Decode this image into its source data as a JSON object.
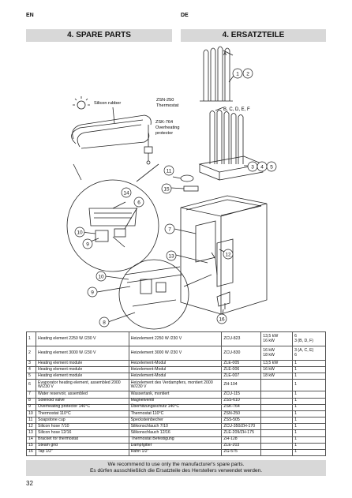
{
  "header": {
    "lang_en": "EN",
    "lang_de": "DE",
    "title_en": "4. SPARE PARTS",
    "title_de": "4. ERSATZTEILE"
  },
  "diagram": {
    "inset_labels": {
      "silicon_rubber": "Silicon rubber",
      "zsn_code": "ZSN-250",
      "zsn_text": "Thermostat",
      "zsk_code": "ZSK-764",
      "zsk_line1": "Overheating",
      "zsk_line2": "protector"
    },
    "letters": {
      "a": "A",
      "bcdef": "B, C, D, E, F"
    },
    "callouts": [
      "1",
      "2",
      "3",
      "4",
      "5",
      "6",
      "7",
      "8",
      "9",
      "10",
      "11",
      "12",
      "13",
      "14",
      "15",
      "16"
    ]
  },
  "table": {
    "rows": [
      {
        "no": "1",
        "en": "Heating element 2250 W /230 V",
        "de": "Heizelement 2250 W /230 V",
        "code": "ZCU-823",
        "kw": "13,5 kW\n16 kW",
        "qty": "6\n3 (B, D, F)"
      },
      {
        "no": "2",
        "en": "Heating element 3000 W /230 V",
        "de": "Heizelement 3000 W /230 V",
        "code": "ZCU-830",
        "kw": "16 kW\n18 kW",
        "qty": "3 (A, C, E)\n6"
      },
      {
        "no": "3",
        "en": "Heating element module",
        "de": "Heizelement-Modul",
        "code": "ZLE-005",
        "kw": "13,5 kW",
        "qty": "1"
      },
      {
        "no": "4",
        "en": "Heating element module",
        "de": "Heizelement-Modul",
        "code": "ZLE-006",
        "kw": "16 kW",
        "qty": "1"
      },
      {
        "no": "5",
        "en": "Heating element module",
        "de": "Heizelement-Modul",
        "code": "ZLE-007",
        "kw": "18 kW",
        "qty": "1"
      },
      {
        "no": "6",
        "en": "Evaporator heating element, assembled 2000 W/230 V",
        "de": "Heizelement des Verdampfers, montiert 2000 W/230 V",
        "code": "ZH-104",
        "kw": "",
        "qty": "1"
      },
      {
        "no": "7",
        "en": "Water reservoir, assembled",
        "de": "Wassertank, montiert",
        "code": "ZCU-115",
        "kw": "",
        "qty": "1"
      },
      {
        "no": "8",
        "en": "Solenoid valve",
        "de": "Magnetventil",
        "code": "ZSS-610",
        "kw": "",
        "qty": "1"
      },
      {
        "no": "9",
        "en": "Overheating protector 140°C",
        "de": "Überhitzungsschutz 140°C",
        "code": "ZSK-764",
        "kw": "",
        "qty": "1"
      },
      {
        "no": "10",
        "en": "Thermostat 110°C",
        "de": "Thermostat 110°C",
        "code": "ZSN-250",
        "kw": "",
        "qty": "1"
      },
      {
        "no": "11",
        "en": "Soapstone cup",
        "de": "Specksteinbecher",
        "code": "ZSS-505",
        "kw": "",
        "qty": "1"
      },
      {
        "no": "12",
        "en": "Silicon hose 7/10",
        "de": "Silikonschlauch 7/10",
        "code": "ZCU-350/ZH-170",
        "kw": "",
        "qty": "1"
      },
      {
        "no": "13",
        "en": "Silicon hose 12/16",
        "de": "Silikonschlauch 12/16",
        "code": "ZLE-209/ZH-175",
        "kw": "",
        "qty": "1"
      },
      {
        "no": "14",
        "en": "Bracket for thermostat",
        "de": "Thermostat Befestigung",
        "code": "ZH-128",
        "kw": "",
        "qty": "1"
      },
      {
        "no": "15",
        "en": "Steam grid",
        "de": "Dampfgitter",
        "code": "ZLE-203",
        "kw": "",
        "qty": "1"
      },
      {
        "no": "16",
        "en": "Tap 1/2\"",
        "de": "Hahn 1/2\"",
        "code": "ZG-575",
        "kw": "",
        "qty": "1"
      }
    ]
  },
  "footer": {
    "notice_en": "We recommend to use only the manufacturer's spare parts.",
    "notice_de": "Es dürfen ausschließlich die Ersatzteile des Herstellers verwendet werden.",
    "page_number": "32"
  }
}
